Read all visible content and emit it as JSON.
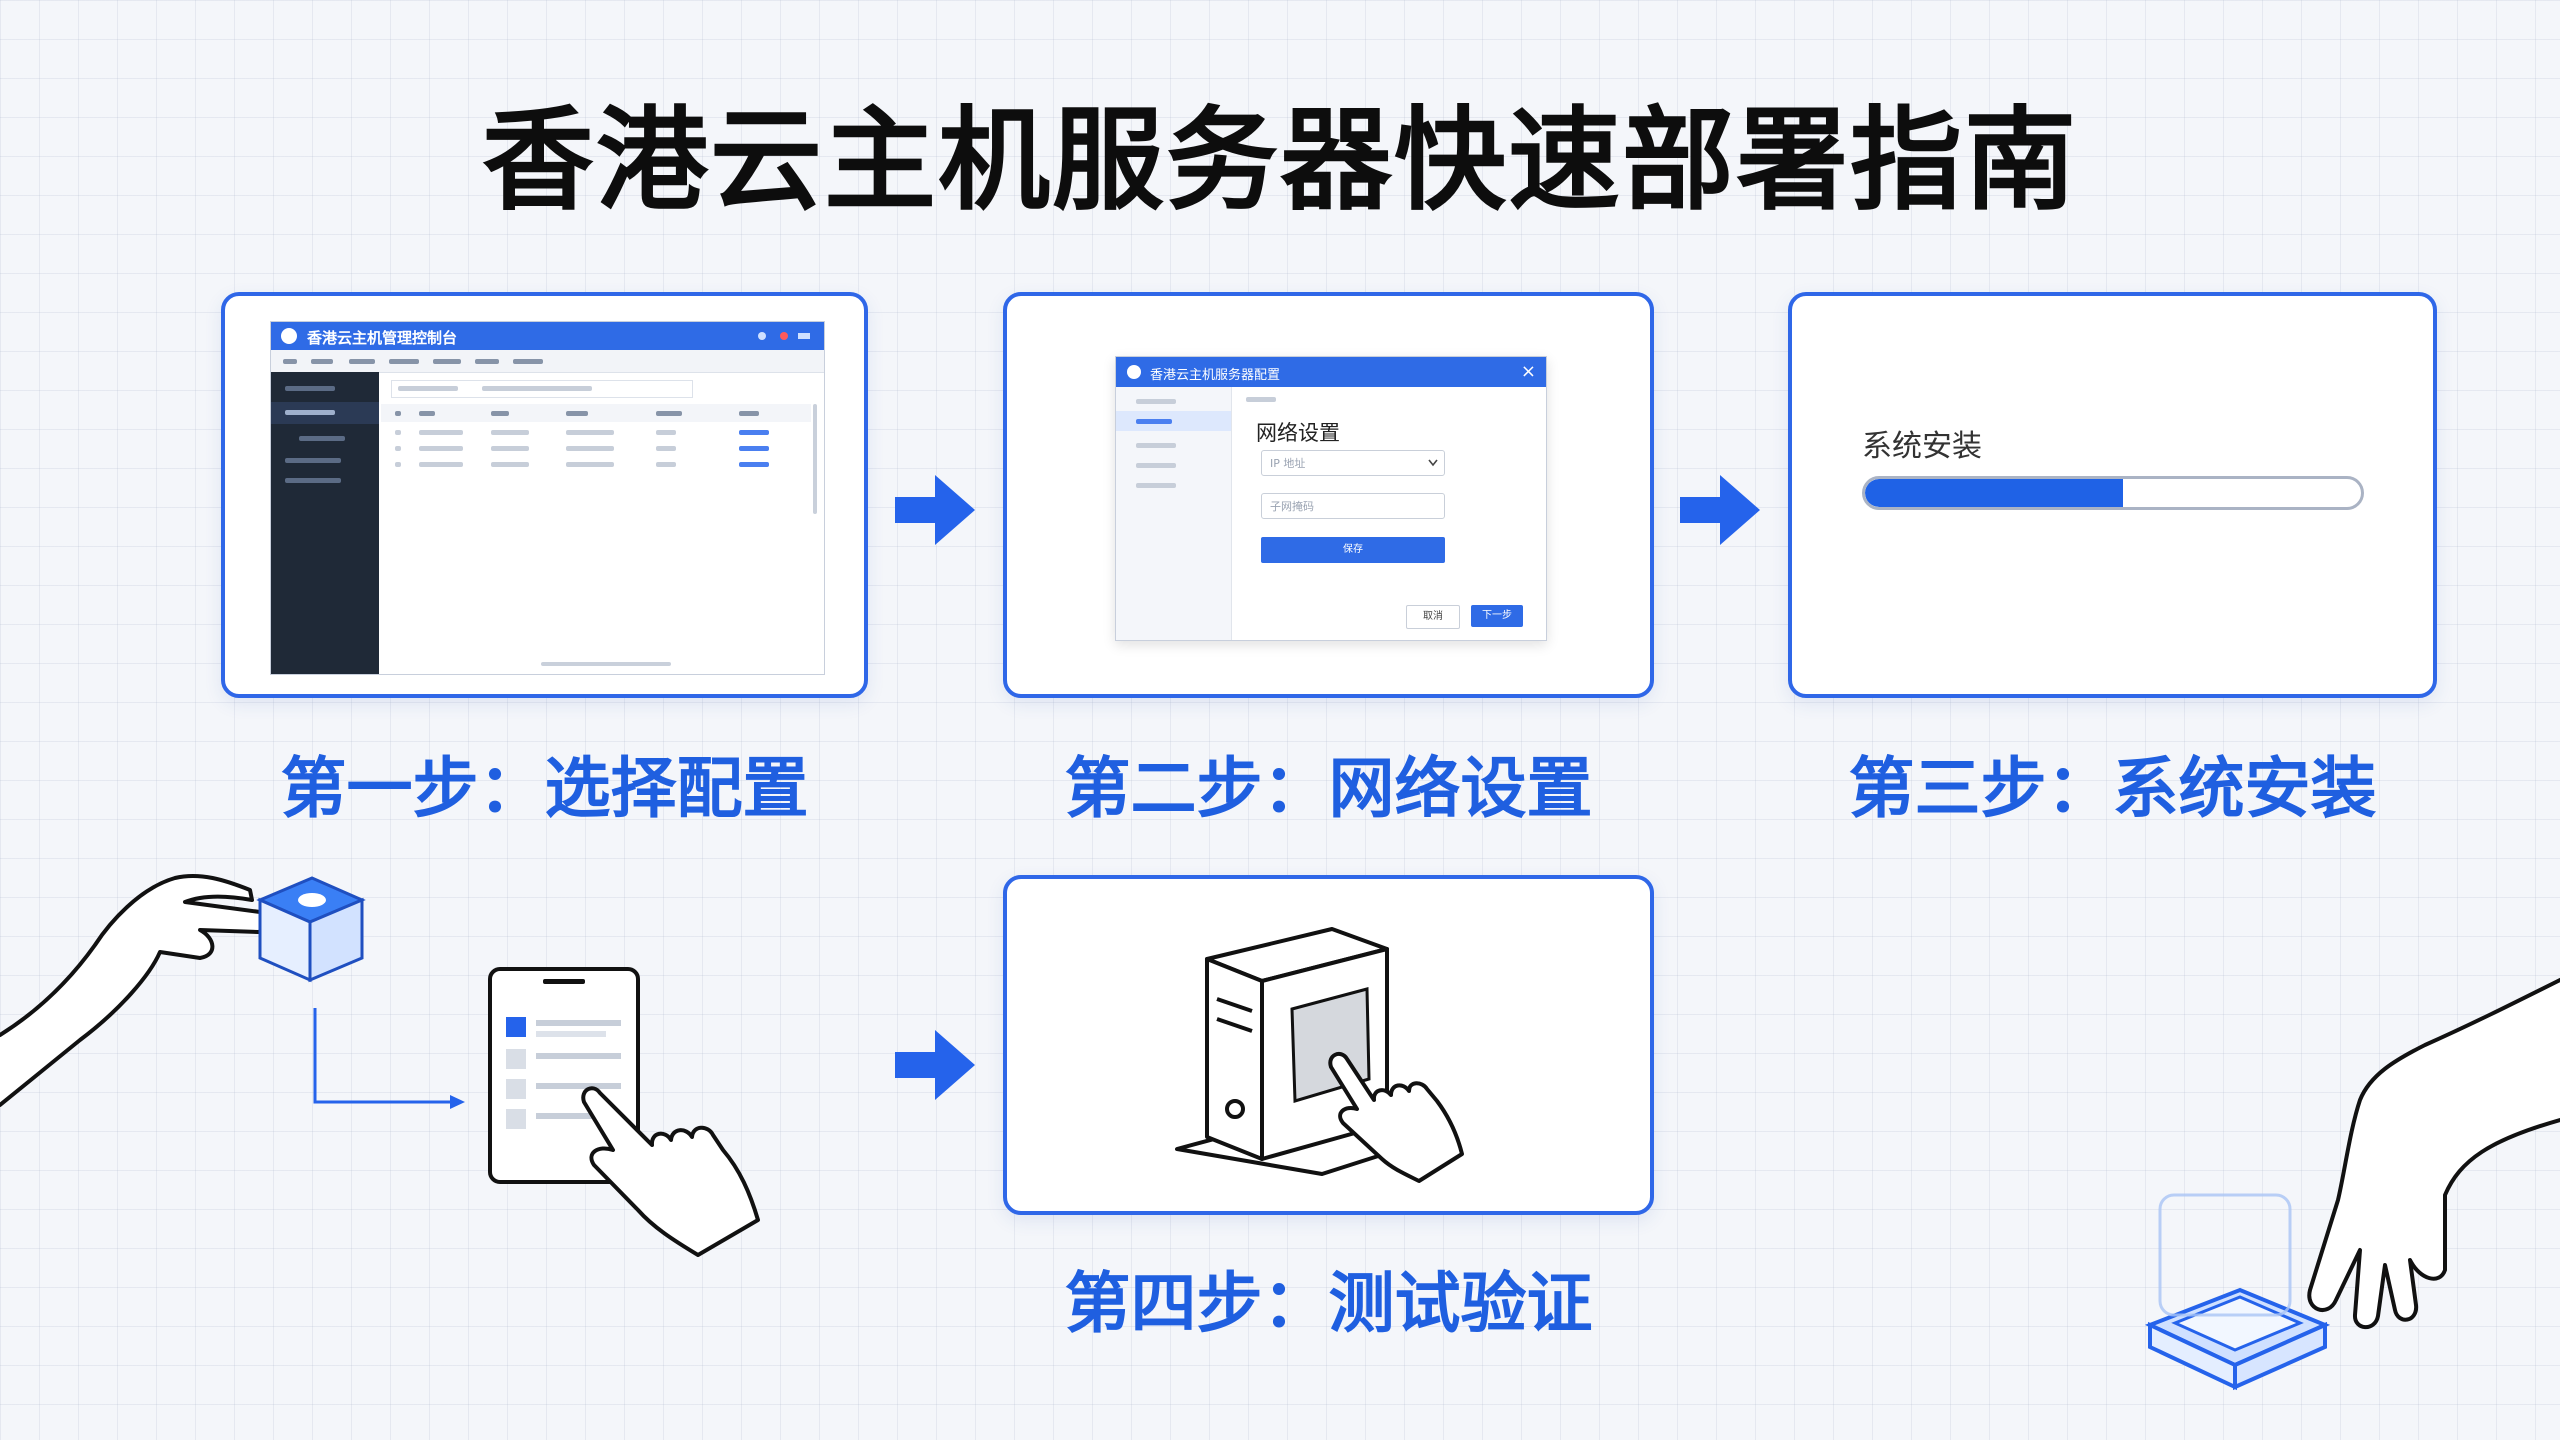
{
  "title": "香港云主机服务器快速部署指南",
  "steps": [
    {
      "caption": "第一步：选择配置",
      "screen": {
        "window_title": "香港云主机管理控制台"
      }
    },
    {
      "caption": "第二步：网络设置",
      "screen": {
        "dialog_title": "香港云主机服务器配置",
        "heading": "网络设置",
        "field1_placeholder": "IP 地址",
        "field2_placeholder": "子网掩码",
        "primary_button": "保存",
        "cancel_button": "取消",
        "next_button": "下一步"
      }
    },
    {
      "caption": "第三步：系统安装",
      "screen": {
        "label": "系统安装",
        "progress": 0.52
      }
    },
    {
      "caption": "第四步：测试验证"
    }
  ],
  "colors": {
    "accent": "#1f5fe0",
    "border": "#2f67e8",
    "dark_sidebar": "#1f2937"
  },
  "icons": [
    "arrow-right-icon",
    "hand-pointer-icon",
    "cube-button-icon",
    "tablet-icon",
    "server-tower-icon",
    "square-button-icon"
  ]
}
